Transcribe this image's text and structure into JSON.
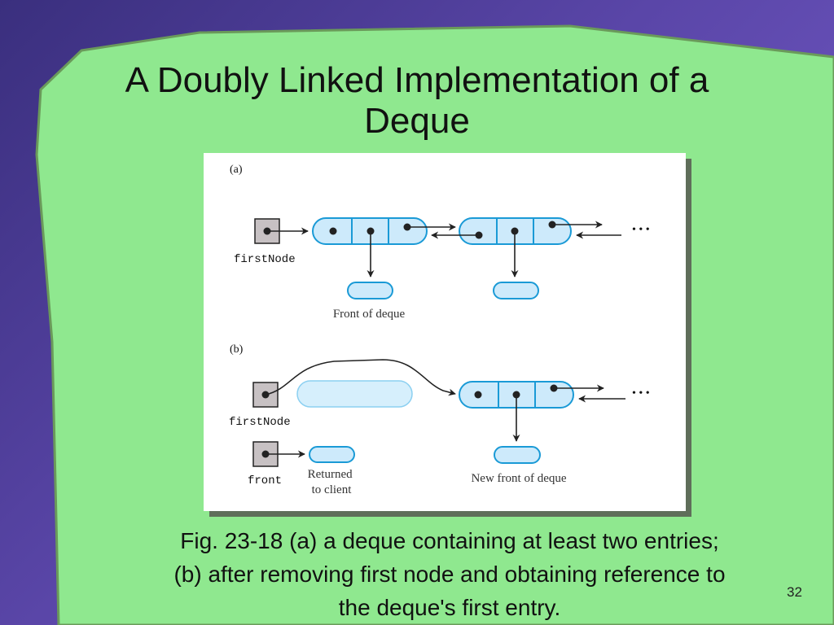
{
  "slide": {
    "title_line1": "A Doubly Linked Implementation of a",
    "title_line2": "Deque",
    "caption_line1": "Fig. 23-18 (a) a deque containing at least two entries;",
    "caption_line2": "(b) after removing first node and obtaining reference to",
    "caption_line3": "the deque's first entry.",
    "number": "32"
  },
  "figure": {
    "panel_a": {
      "label": "(a)",
      "first_node_label": "firstNode",
      "front_label": "Front of deque",
      "ellipsis": "• • •"
    },
    "panel_b": {
      "label": "(b)",
      "first_node_label": "firstNode",
      "front_var_label": "front",
      "returned_label_line1": "Returned",
      "returned_label_line2": "to client",
      "new_front_label": "New front of deque",
      "ellipsis": "• • •"
    }
  },
  "colors": {
    "slide_green": "#90ee90",
    "node_fill": "#cdeafb",
    "node_stroke": "#1a9ad6",
    "removed_fill": "#d6effc",
    "pointer_box": "#c7c1c3"
  }
}
